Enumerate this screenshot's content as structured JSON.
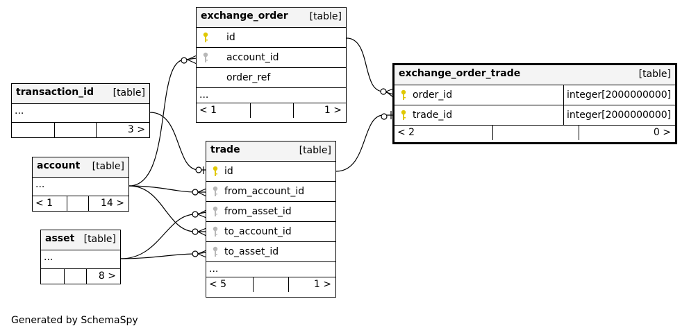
{
  "tables": {
    "exchange_order": {
      "name": "exchange_order",
      "type": "[table]",
      "columns": [
        "id",
        "account_id",
        "order_ref"
      ],
      "more": "...",
      "parents": "< 1",
      "children": "1 >"
    },
    "exchange_order_trade": {
      "name": "exchange_order_trade",
      "type": "[table]",
      "columns": [
        {
          "name": "order_id",
          "type": "integer[2000000000]"
        },
        {
          "name": "trade_id",
          "type": "integer[2000000000]"
        }
      ],
      "parents": "< 2",
      "children": "0 >"
    },
    "transaction_id": {
      "name": "transaction_id",
      "type": "[table]",
      "more": "...",
      "children": "3 >"
    },
    "account": {
      "name": "account",
      "type": "[table]",
      "more": "...",
      "parents": "< 1",
      "children": "14 >"
    },
    "asset": {
      "name": "asset",
      "type": "[table]",
      "more": "...",
      "children": "8 >"
    },
    "trade": {
      "name": "trade",
      "type": "[table]",
      "columns": [
        "id",
        "from_account_id",
        "from_asset_id",
        "to_account_id",
        "to_asset_id"
      ],
      "more": "...",
      "parents": "< 5",
      "children": "1 >"
    }
  },
  "key_colors": {
    "primary": "#e0c800",
    "foreign": "#b8b8b8"
  },
  "credit": "Generated by SchemaSpy"
}
